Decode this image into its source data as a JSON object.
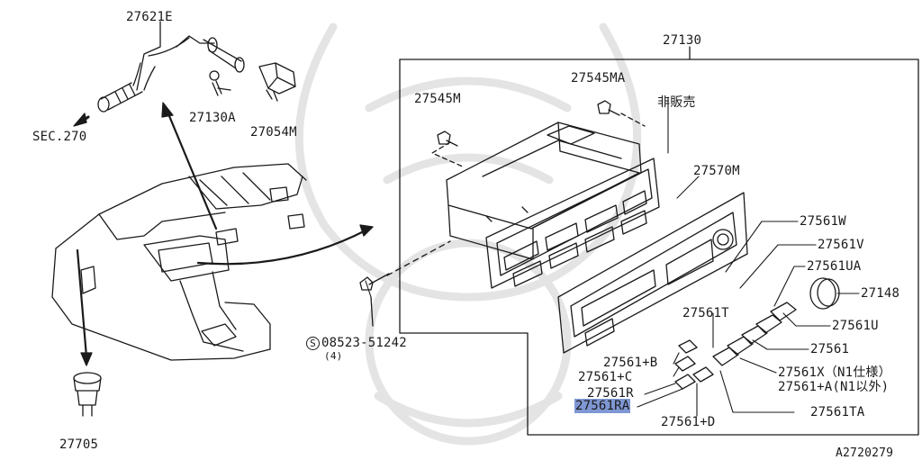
{
  "labels": {
    "p27621E": "27621E",
    "sec270": "SEC.270",
    "p27130A": "27130A",
    "p27054M": "27054M",
    "p27130": "27130",
    "p27545M": "27545M",
    "p27545MA": "27545MA",
    "not_for_sale": "非販売",
    "p27570M": "27570M",
    "p27561W": "27561W",
    "p27561V": "27561V",
    "p27561UA": "27561UA",
    "p27148": "27148",
    "p27561T": "27561T",
    "p27561U": "27561U",
    "p27561": "27561",
    "p27561B": "27561+B",
    "p27561C": "27561+C",
    "p27561X": "27561X（N1仕様）",
    "p27561A": "27561+A(N1以外)",
    "p27561R": "27561R",
    "p27561RA": "27561RA",
    "p27561D": "27561+D",
    "p27561TA": "27561TA",
    "bolt_symbol": "S",
    "bolt": "08523-51242",
    "bolt_qty": "(4)",
    "p27705": "27705",
    "diagram_id": "A2720279"
  },
  "colors": {
    "ink": "#1a1a1a",
    "highlight": "#7f97d3",
    "watermark": "#e4e4e4"
  }
}
